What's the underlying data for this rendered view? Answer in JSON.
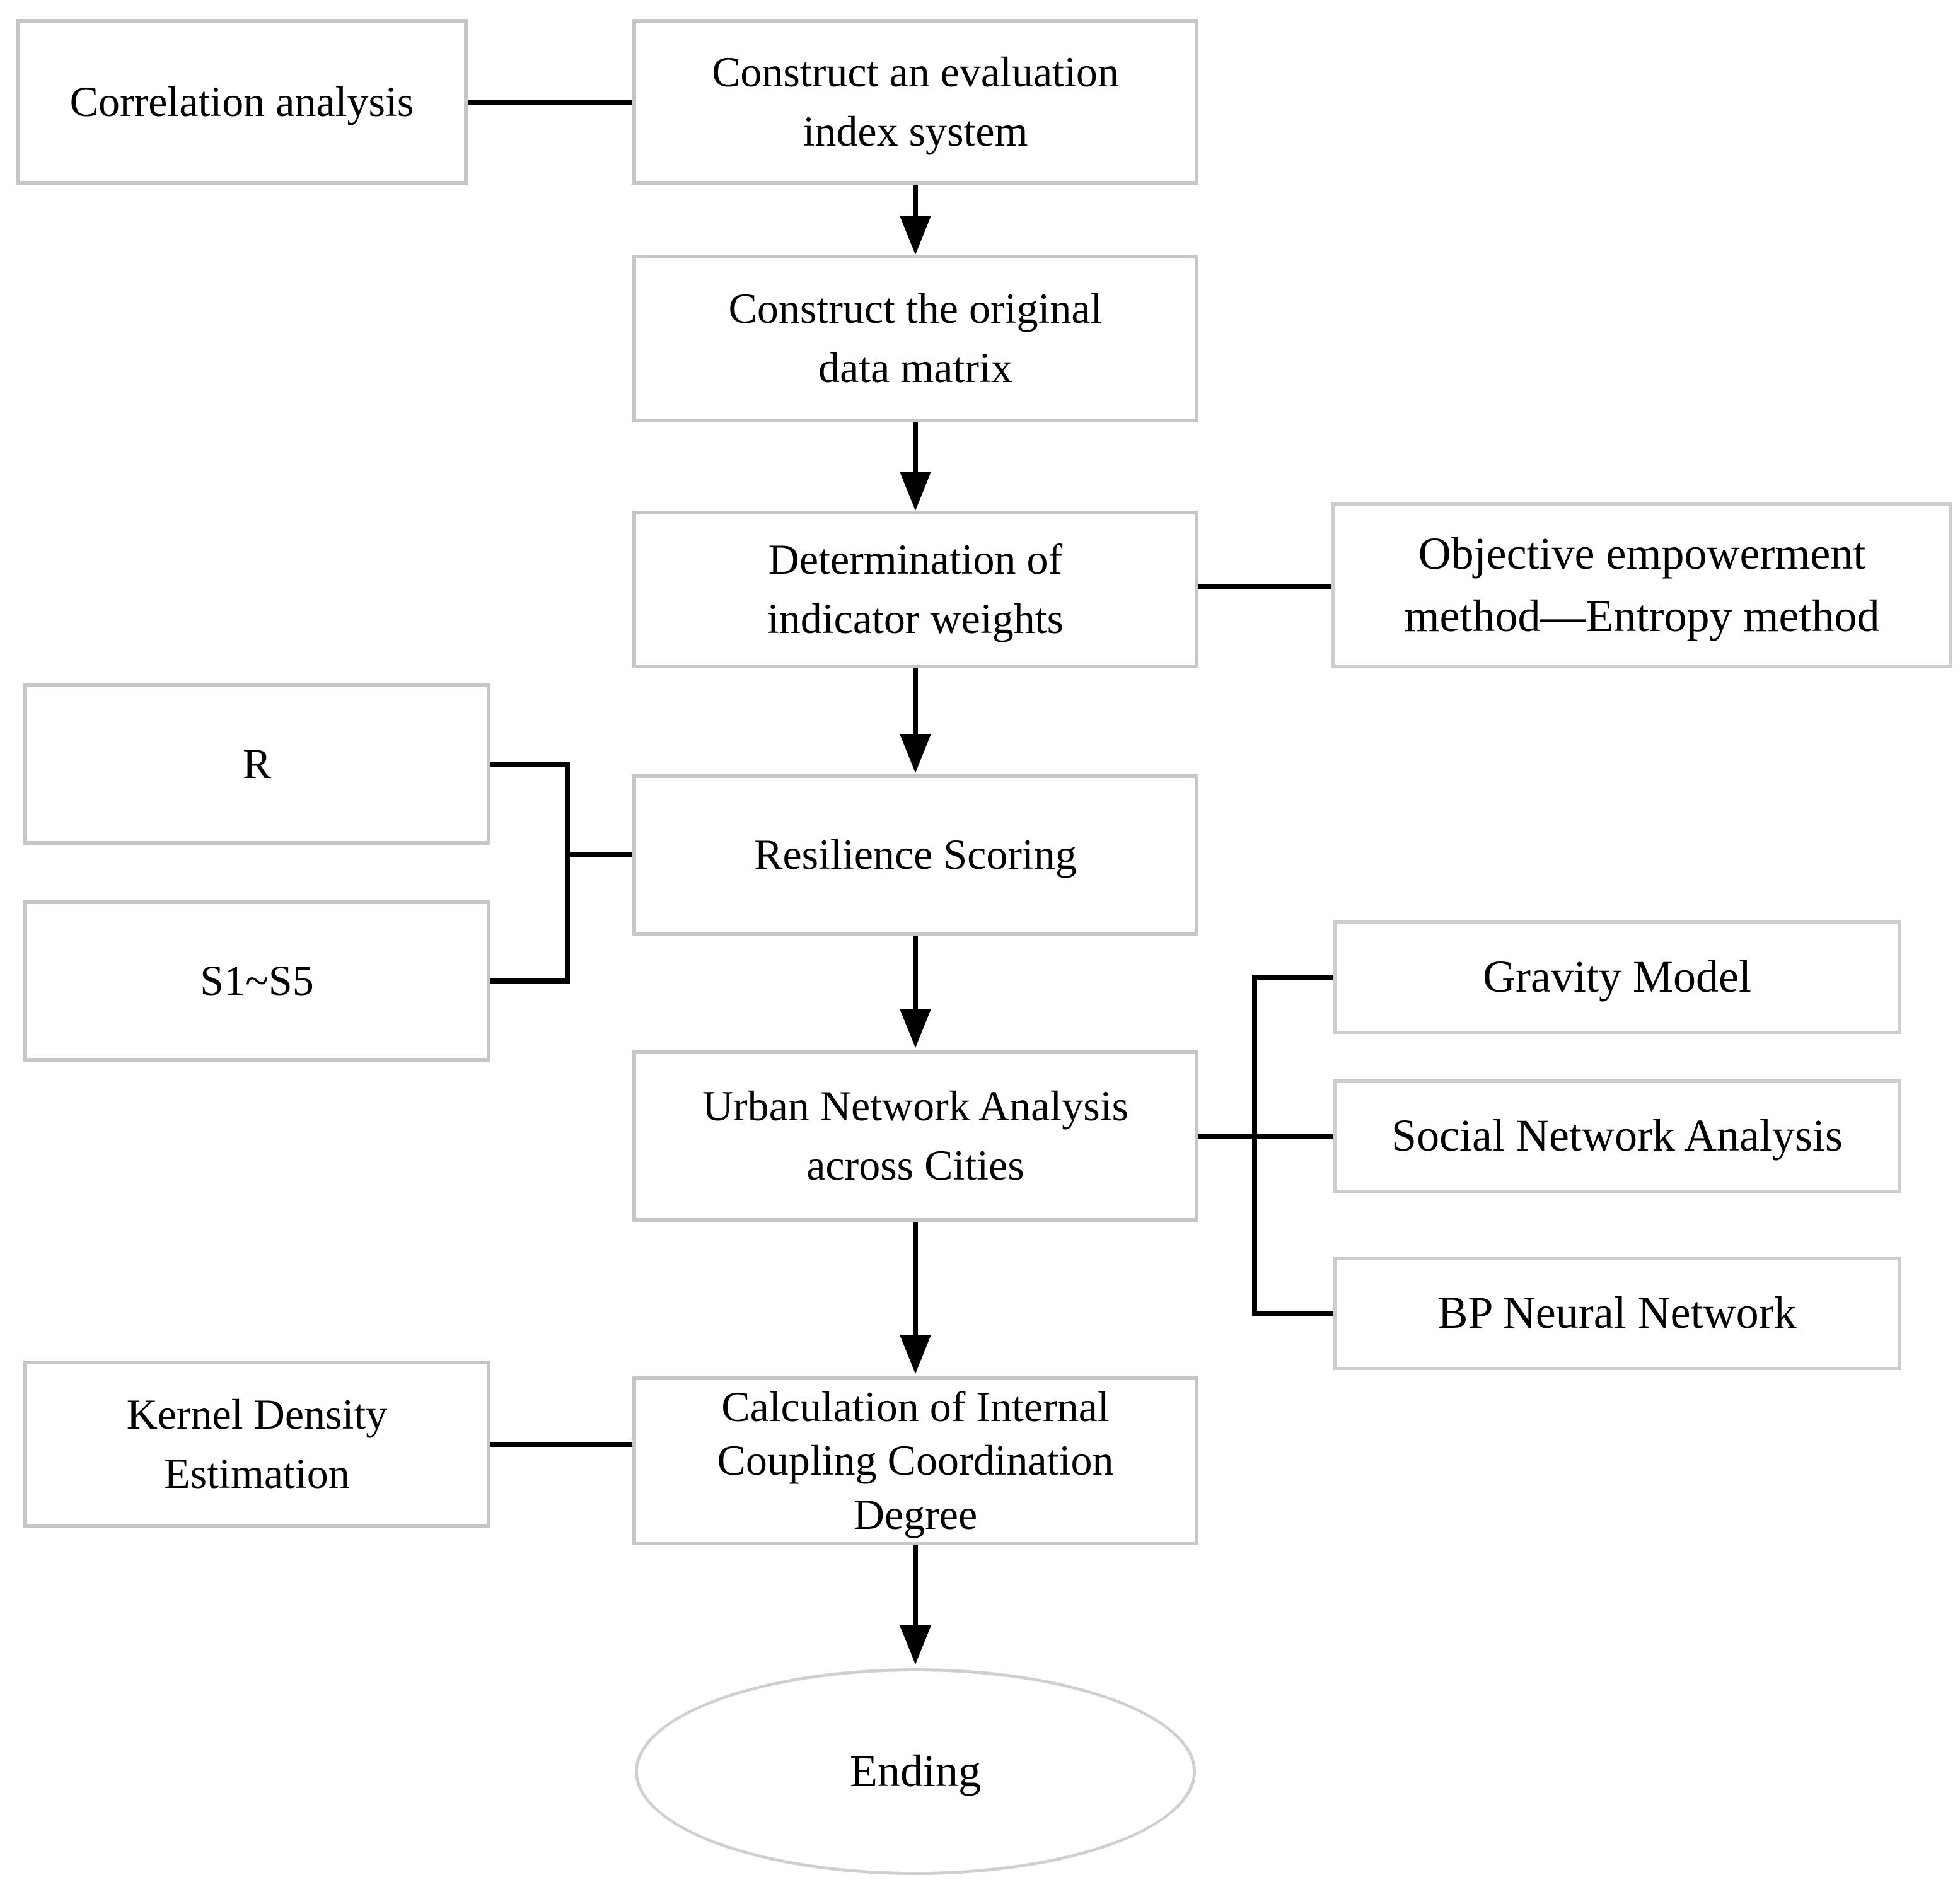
{
  "figure": {
    "type": "flowchart",
    "background": "#ffffff",
    "colors": {
      "box_border": "#c6c6c6",
      "ellipse_border": "#cfcfcf",
      "line": "#000000",
      "text": "#000000"
    },
    "nodes": {
      "correlation": {
        "label": "Correlation analysis"
      },
      "eval_index": {
        "label": "Construct an evaluation\nindex system"
      },
      "data_matrix": {
        "label": "Construct the original\ndata matrix"
      },
      "determination": {
        "label": "Determination of\nindicator weights"
      },
      "objective": {
        "label": "Objective empowerment\nmethod—Entropy method"
      },
      "r": {
        "label": "R"
      },
      "s1_s5": {
        "label": "S1~S5"
      },
      "resilience": {
        "label": "Resilience Scoring"
      },
      "gravity": {
        "label": "Gravity Model"
      },
      "urban": {
        "label": "Urban Network Analysis\nacross Cities"
      },
      "social": {
        "label": "Social Network Analysis"
      },
      "bp": {
        "label": "BP Neural Network"
      },
      "kernel": {
        "label": "Kernel Density\nEstimation"
      },
      "calculation": {
        "label": "Calculation of Internal\nCoupling Coordination\nDegree"
      },
      "ending": {
        "label": "Ending"
      }
    }
  }
}
